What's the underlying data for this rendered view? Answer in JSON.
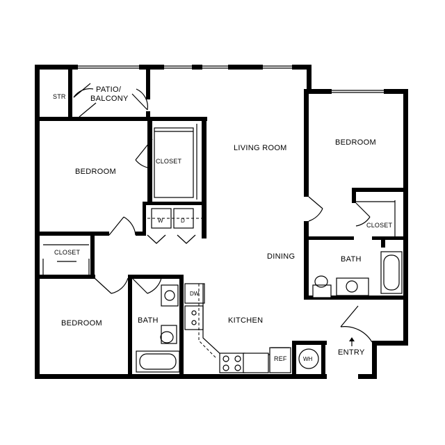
{
  "rooms": {
    "str": "STR",
    "patio_line1": "PATIO/",
    "patio_line2": "BALCONY",
    "living_room": "LIVING ROOM",
    "bedroom_left": "BEDROOM",
    "bedroom_right": "BEDROOM",
    "bedroom_lower": "BEDROOM",
    "closet_upper": "CLOSET",
    "closet_lower": "CLOSET",
    "closet_right": "CLOSET",
    "dining": "DINING",
    "kitchen": "KITCHEN",
    "bath_left": "BATH",
    "bath_right": "BATH",
    "entry": "ENTRY"
  },
  "fixtures": {
    "washer": "W",
    "dryer": "D",
    "dishwasher": "DW",
    "refrigerator": "REF",
    "water_heater": "WH"
  }
}
